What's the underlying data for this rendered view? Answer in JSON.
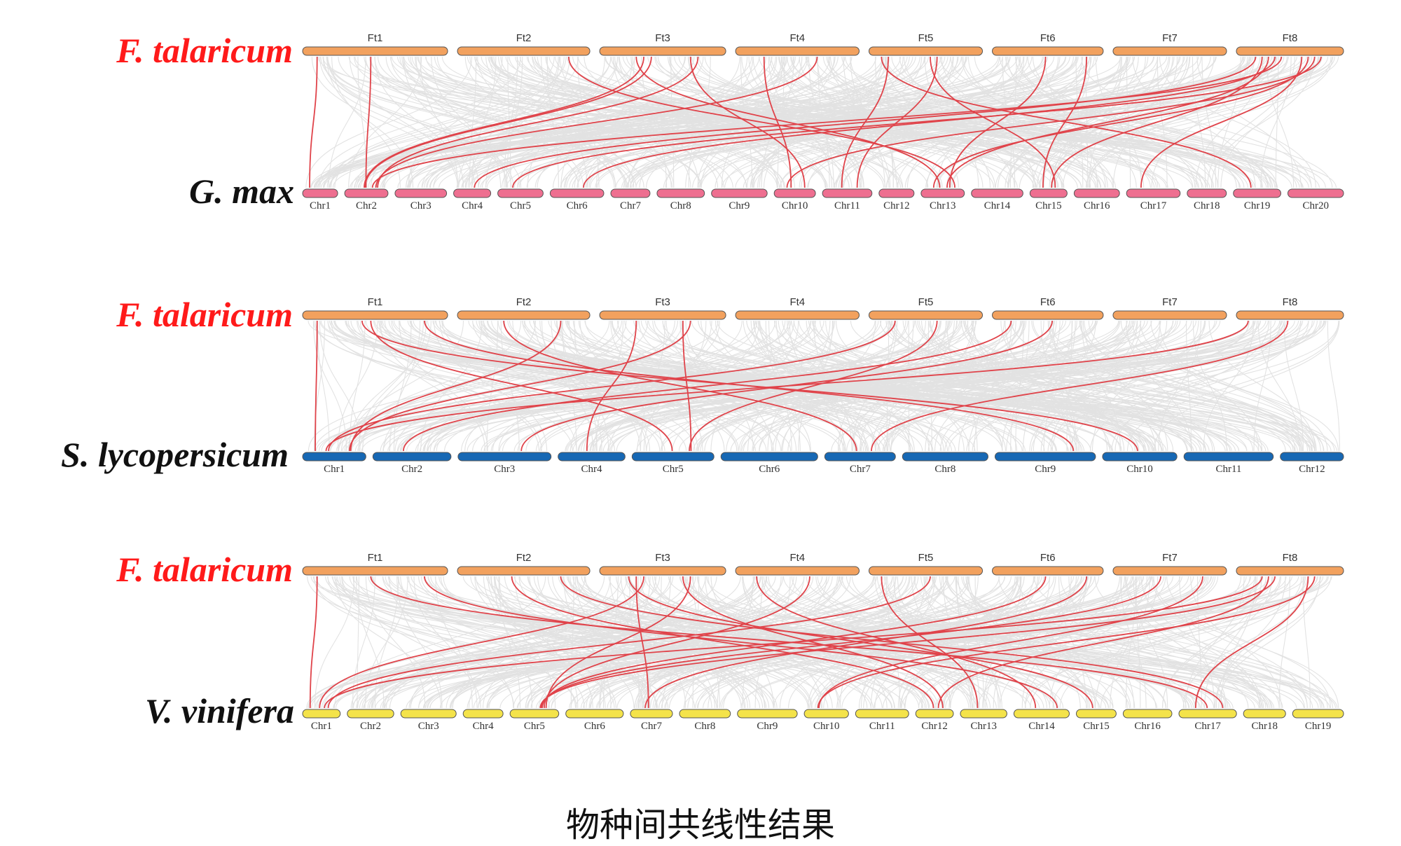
{
  "caption": "物种间共线性结果",
  "colors": {
    "reference": "#f2a15e",
    "background_link": "#dcdcdc",
    "highlight_link": "#e0434a",
    "label_red": "#ff1a1a",
    "label_black": "#111111"
  },
  "panels": [
    {
      "reference_label": "F. talaricum",
      "reference_chromosomes": [
        "Ft1",
        "Ft2",
        "Ft3",
        "Ft4",
        "Ft5",
        "Ft6",
        "Ft7",
        "Ft8"
      ],
      "target_label": "G. max",
      "target_color": "#ee6f90",
      "target_chromosomes": [
        "Chr1",
        "Chr2",
        "Chr3",
        "Chr4",
        "Chr5",
        "Chr6",
        "Chr7",
        "Chr8",
        "Chr9",
        "Chr10",
        "Chr11",
        "Chr12",
        "Chr13",
        "Chr14",
        "Chr15",
        "Chr16",
        "Chr17",
        "Chr18",
        "Chr19",
        "Chr20"
      ],
      "highlight_links": [
        [
          "Ft1",
          "Chr1"
        ],
        [
          "Ft1",
          "Chr2"
        ],
        [
          "Ft2",
          "Chr13"
        ],
        [
          "Ft3",
          "Chr2"
        ],
        [
          "Ft3",
          "Chr2"
        ],
        [
          "Ft3",
          "Chr2"
        ],
        [
          "Ft3",
          "Chr10"
        ],
        [
          "Ft3",
          "Chr13"
        ],
        [
          "Ft4",
          "Chr2"
        ],
        [
          "Ft4",
          "Chr10"
        ],
        [
          "Ft5",
          "Chr11"
        ],
        [
          "Ft5",
          "Chr11"
        ],
        [
          "Ft5",
          "Chr15"
        ],
        [
          "Ft5",
          "Chr19"
        ],
        [
          "Ft6",
          "Chr13"
        ],
        [
          "Ft6",
          "Chr15"
        ],
        [
          "Ft8",
          "Chr2"
        ],
        [
          "Ft8",
          "Chr5"
        ],
        [
          "Ft8",
          "Chr6"
        ],
        [
          "Ft8",
          "Chr10"
        ],
        [
          "Ft8",
          "Chr13"
        ],
        [
          "Ft8",
          "Chr13"
        ],
        [
          "Ft8",
          "Chr15"
        ],
        [
          "Ft8",
          "Chr17"
        ],
        [
          "Ft8",
          "Chr4"
        ]
      ]
    },
    {
      "reference_label": "F. talaricum",
      "reference_chromosomes": [
        "Ft1",
        "Ft2",
        "Ft3",
        "Ft4",
        "Ft5",
        "Ft6",
        "Ft7",
        "Ft8"
      ],
      "target_label": "S. lycopersicum",
      "target_color": "#1768b4",
      "target_chromosomes": [
        "Chr1",
        "Chr2",
        "Chr3",
        "Chr4",
        "Chr5",
        "Chr6",
        "Chr7",
        "Chr8",
        "Chr9",
        "Chr10",
        "Chr11",
        "Chr12"
      ],
      "highlight_links": [
        [
          "Ft1",
          "Chr1"
        ],
        [
          "Ft1",
          "Chr5"
        ],
        [
          "Ft1",
          "Chr9"
        ],
        [
          "Ft1",
          "Chr10"
        ],
        [
          "Ft2",
          "Chr1"
        ],
        [
          "Ft2",
          "Chr7"
        ],
        [
          "Ft3",
          "Chr1"
        ],
        [
          "Ft3",
          "Chr4"
        ],
        [
          "Ft3",
          "Chr5"
        ],
        [
          "Ft5",
          "Chr1"
        ],
        [
          "Ft5",
          "Chr5"
        ],
        [
          "Ft6",
          "Chr2"
        ],
        [
          "Ft6",
          "Chr3"
        ],
        [
          "Ft8",
          "Chr1"
        ],
        [
          "Ft8",
          "Chr7"
        ]
      ]
    },
    {
      "reference_label": "F. talaricum",
      "reference_chromosomes": [
        "Ft1",
        "Ft2",
        "Ft3",
        "Ft4",
        "Ft5",
        "Ft6",
        "Ft7",
        "Ft8"
      ],
      "target_label": "V. vinifera",
      "target_color": "#f4e34a",
      "target_chromosomes": [
        "Chr1",
        "Chr2",
        "Chr3",
        "Chr4",
        "Chr5",
        "Chr6",
        "Chr7",
        "Chr8",
        "Chr9",
        "Chr10",
        "Chr11",
        "Chr12",
        "Chr13",
        "Chr14",
        "Chr15",
        "Chr16",
        "Chr17",
        "Chr18",
        "Chr19"
      ],
      "highlight_links": [
        [
          "Ft1",
          "Chr1"
        ],
        [
          "Ft1",
          "Chr17"
        ],
        [
          "Ft1",
          "Chr14"
        ],
        [
          "Ft2",
          "Chr12"
        ],
        [
          "Ft2",
          "Chr17"
        ],
        [
          "Ft3",
          "Chr1"
        ],
        [
          "Ft3",
          "Chr5"
        ],
        [
          "Ft3",
          "Chr7"
        ],
        [
          "Ft3",
          "Chr12"
        ],
        [
          "Ft3",
          "Chr15"
        ],
        [
          "Ft4",
          "Chr5"
        ],
        [
          "Ft4",
          "Chr14"
        ],
        [
          "Ft5",
          "Chr1"
        ],
        [
          "Ft5",
          "Chr13"
        ],
        [
          "Ft6",
          "Chr5"
        ],
        [
          "Ft6",
          "Chr7"
        ],
        [
          "Ft7",
          "Chr5"
        ],
        [
          "Ft7",
          "Chr10"
        ],
        [
          "Ft8",
          "Chr5"
        ],
        [
          "Ft8",
          "Chr10"
        ],
        [
          "Ft8",
          "Chr12"
        ],
        [
          "Ft8",
          "Chr17"
        ],
        [
          "Ft8",
          "Chr1"
        ]
      ]
    }
  ]
}
